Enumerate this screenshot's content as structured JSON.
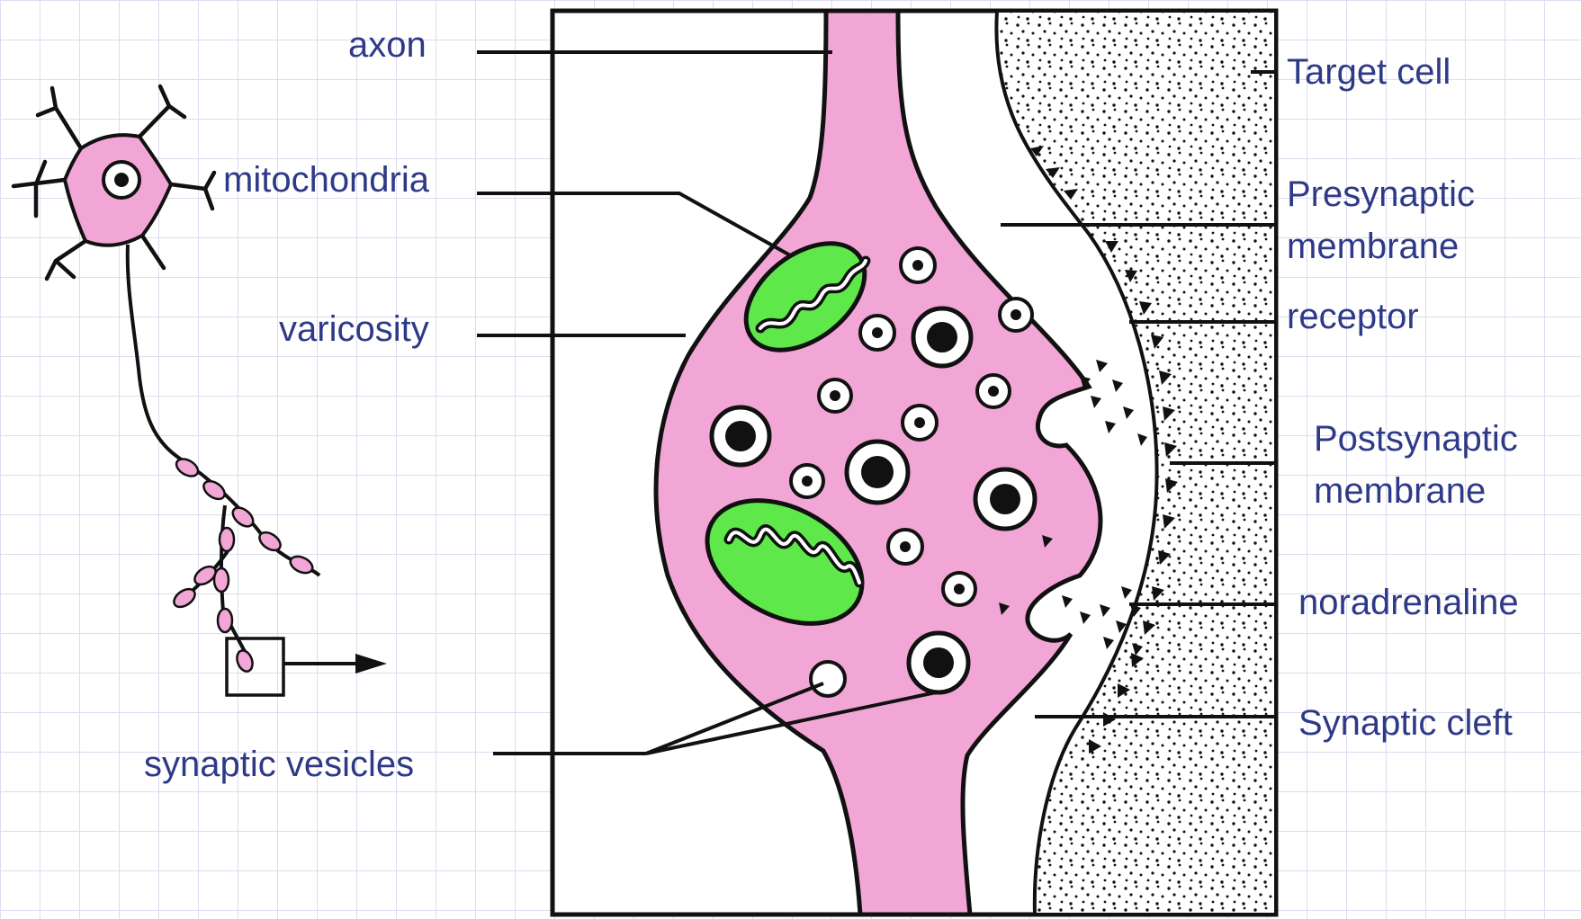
{
  "labels": {
    "axon": "axon",
    "mitochondria": "mitochondria",
    "varicosity": "varicosity",
    "synaptic_vesicles": "synaptic vesicles",
    "target_cell": "Target cell",
    "presynaptic_1": "Presynaptic",
    "presynaptic_2": "membrane",
    "receptor": "receptor",
    "postsynaptic_1": "Postsynaptic",
    "postsynaptic_2": "membrane",
    "noradrenaline": "noradrenaline",
    "synaptic_cleft": "Synaptic cleft"
  },
  "colors": {
    "label_text": "#2e3a87",
    "axon_fill": "#f2a6d6",
    "mitochondria_fill": "#5ee84a",
    "grid": "#dcdcef"
  }
}
